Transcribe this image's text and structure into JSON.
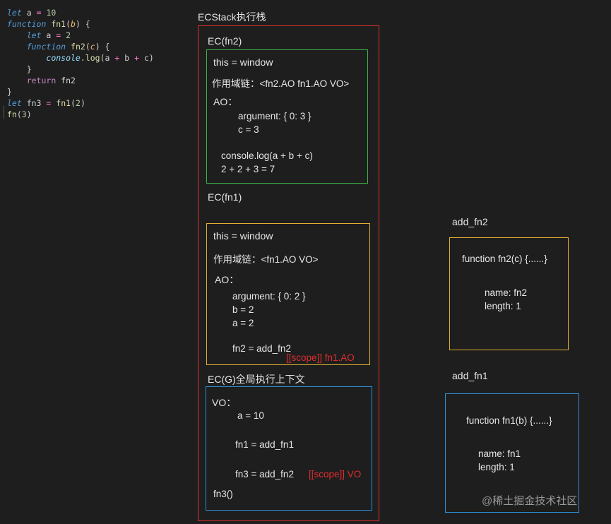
{
  "code_lines": [
    [
      [
        "kw",
        "let"
      ],
      [
        "plain",
        " a "
      ],
      [
        "op",
        "="
      ],
      [
        "plain",
        " "
      ],
      [
        "num",
        "10"
      ]
    ],
    [
      [
        "kw",
        "function"
      ],
      [
        "plain",
        " "
      ],
      [
        "fn",
        "fn1"
      ],
      [
        "plain",
        "("
      ],
      [
        "param",
        "b"
      ],
      [
        "plain",
        ") {"
      ]
    ],
    [
      [
        "plain",
        "    "
      ],
      [
        "kw",
        "let"
      ],
      [
        "plain",
        " a "
      ],
      [
        "op",
        "="
      ],
      [
        "plain",
        " "
      ],
      [
        "num",
        "2"
      ]
    ],
    [
      [
        "plain",
        "    "
      ],
      [
        "kw",
        "function"
      ],
      [
        "plain",
        " "
      ],
      [
        "fn",
        "fn2"
      ],
      [
        "plain",
        "("
      ],
      [
        "param",
        "c"
      ],
      [
        "plain",
        ") {"
      ]
    ],
    [
      [
        "plain",
        "        "
      ],
      [
        "console",
        "console"
      ],
      [
        "plain",
        "."
      ],
      [
        "fn",
        "log"
      ],
      [
        "plain",
        "(a "
      ],
      [
        "op",
        "+"
      ],
      [
        "plain",
        " b "
      ],
      [
        "op",
        "+"
      ],
      [
        "plain",
        " c)"
      ]
    ],
    [
      [
        "plain",
        "    }"
      ]
    ],
    [
      [
        "plain",
        "    "
      ],
      [
        "ret",
        "return"
      ],
      [
        "plain",
        " fn2"
      ]
    ],
    [
      [
        "plain",
        "}"
      ]
    ],
    [
      [
        "kw",
        "let"
      ],
      [
        "plain",
        " fn3 "
      ],
      [
        "op",
        "="
      ],
      [
        "plain",
        " "
      ],
      [
        "fn",
        "fn1"
      ],
      [
        "plain",
        "("
      ],
      [
        "num",
        "2"
      ],
      [
        "plain",
        ")"
      ]
    ],
    [
      [
        "fn",
        "fn"
      ],
      [
        "plain",
        "("
      ],
      [
        "num",
        "3"
      ],
      [
        "plain",
        ")"
      ]
    ]
  ],
  "ecstack_title": "ECStack执行栈",
  "ec_fn2": {
    "title": "EC(fn2)",
    "this": "this = window",
    "scope_chain": "作用域链：<fn2.AO fn1.AO VO>",
    "ao_label": "AO：",
    "argument": "argument: { 0: 3 }",
    "c": "c = 3",
    "console": "console.log(a + b + c)",
    "result": "2 + 2 + 3 = 7"
  },
  "ec_fn1": {
    "title": "EC(fn1)",
    "this": "this = window",
    "scope_chain": "作用域链：<fn1.AO VO>",
    "ao_label": "AO：",
    "argument": "argument: { 0: 2 }",
    "b": "b = 2",
    "a": "a = 2",
    "fn2": "fn2 = add_fn2",
    "scope_note": "[[scope]] fn1.AO"
  },
  "ec_g": {
    "title": "EC(G)全局执行上下文",
    "vo_label": "VO：",
    "a": "a = 10",
    "fn1": "fn1 = add_fn1",
    "fn3": "fn3 = add_fn2",
    "scope_note": "[[scope]] VO",
    "call": "fn3()"
  },
  "add_fn2": {
    "title": "add_fn2",
    "sig": "function fn2(c) {......}",
    "name": "name: fn2",
    "length": "length: 1"
  },
  "add_fn1": {
    "title": "add_fn1",
    "sig": "function fn1(b) {......}",
    "name": "name: fn1",
    "length": "length: 1"
  },
  "watermark": "@稀土掘金技术社区",
  "colors": {
    "ecstack_border": "#d9302c",
    "fn2_border": "#3cb34a",
    "fn1_border": "#e0b030",
    "g_border": "#2f8fd8",
    "add_fn2_border": "#e0b030",
    "add_fn1_border": "#2f8fd8"
  }
}
